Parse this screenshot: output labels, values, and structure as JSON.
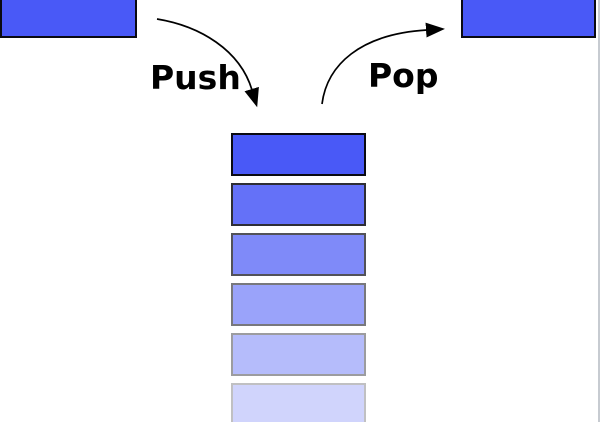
{
  "diagram": {
    "title": "stack-push-pop-diagram",
    "push_label": "Push",
    "pop_label": "Pop",
    "box_fill": "#4959f7",
    "box_border": "#0a0a12",
    "arrow_color": "#000000",
    "label_color": "#000000",
    "page_edge_color": "#c7cbd1",
    "stack": {
      "item_count": 6,
      "item_opacities": [
        1,
        0.85,
        0.7,
        0.55,
        0.4,
        0.25
      ]
    }
  }
}
